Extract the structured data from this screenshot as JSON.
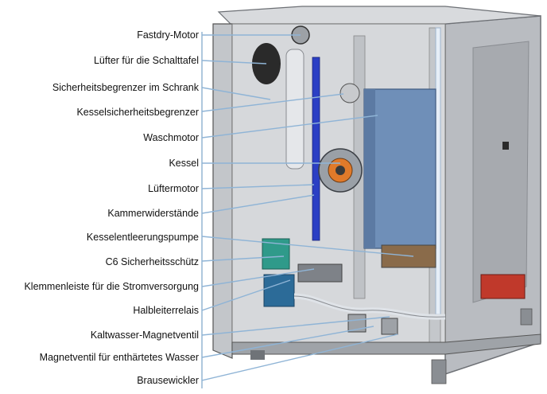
{
  "labels": [
    "Fastdry-Motor",
    "Lüfter für die Schalttafel",
    "Sicherheitsbegrenzer im Schrank",
    "Kesselsicherheitsbegrenzer",
    "Waschmotor",
    "Kessel",
    "Lüftermotor",
    "Kammerwiderstände",
    "Kesselentleerungspumpe",
    "C6 Sicherheitsschütz",
    "Klemmenleiste für die Stromversorgung",
    "Halbleiterrelais",
    "Kaltwasser-Magnetventil",
    "Magnetventil für enthärtetes Wasser",
    "Brausewickler"
  ],
  "colors": {
    "leader": "#8fb4d6",
    "cabinet": "#cfd2d6",
    "boiler": "#6f8fb8",
    "motor": "#2a3fb8"
  }
}
